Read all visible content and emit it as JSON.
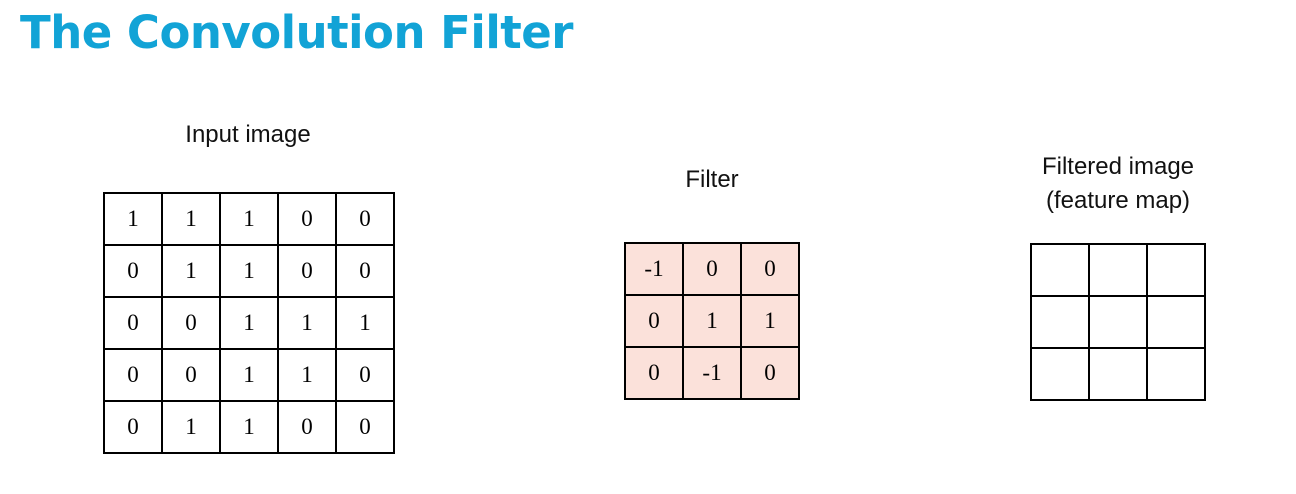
{
  "title": "The Convolution Filter",
  "input": {
    "label": "Input image",
    "rows": [
      [
        "1",
        "1",
        "1",
        "0",
        "0"
      ],
      [
        "0",
        "1",
        "1",
        "0",
        "0"
      ],
      [
        "0",
        "0",
        "1",
        "1",
        "1"
      ],
      [
        "0",
        "0",
        "1",
        "1",
        "0"
      ],
      [
        "0",
        "1",
        "1",
        "0",
        "0"
      ]
    ]
  },
  "filter": {
    "label": "Filter",
    "rows": [
      [
        "-1",
        "0",
        "0"
      ],
      [
        "0",
        "1",
        "1"
      ],
      [
        "0",
        "-1",
        "0"
      ]
    ],
    "cell_color": "#fbe1da"
  },
  "output": {
    "label_line1": "Filtered image",
    "label_line2": "(feature map)",
    "rows": [
      [
        "",
        "",
        ""
      ],
      [
        "",
        "",
        ""
      ],
      [
        "",
        "",
        ""
      ]
    ]
  },
  "colors": {
    "title": "#12a3d6",
    "grid_line": "#000000"
  }
}
